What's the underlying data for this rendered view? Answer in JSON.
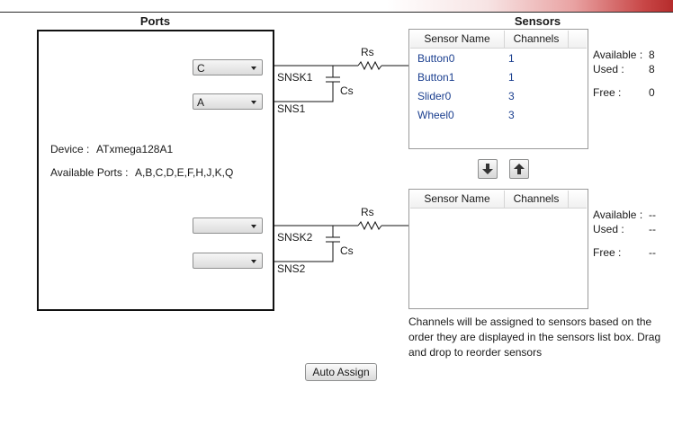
{
  "ports": {
    "title": "Ports",
    "combo_snsk1": "C",
    "combo_sns1": "A",
    "combo_snsk2": "",
    "combo_sns2": "",
    "device_label": "Device :",
    "device_value": "ATxmega128A1",
    "available_ports_label": "Available Ports :",
    "available_ports_value": "A,B,C,D,E,F,H,J,K,Q"
  },
  "circuit": {
    "top": {
      "rs": "Rs",
      "cs": "Cs",
      "snsk": "SNSK1",
      "sns": "SNS1"
    },
    "bottom": {
      "rs": "Rs",
      "cs": "Cs",
      "snsk": "SNSK2",
      "sns": "SNS2"
    }
  },
  "sensors": {
    "title": "Sensors",
    "columns": [
      "Sensor Name",
      "Channels"
    ],
    "list1": [
      {
        "name": "Button0",
        "channels": "1"
      },
      {
        "name": "Button1",
        "channels": "1"
      },
      {
        "name": "Slider0",
        "channels": "3"
      },
      {
        "name": "Wheel0",
        "channels": "3"
      }
    ],
    "stats1": {
      "available_label": "Available :",
      "available_value": "8",
      "used_label": "Used :",
      "used_value": "8",
      "free_label": "Free :",
      "free_value": "0"
    },
    "stats2": {
      "available_label": "Available :",
      "available_value": "--",
      "used_label": "Used :",
      "used_value": "--",
      "free_label": "Free :",
      "free_value": "--"
    },
    "note": "Channels will be assigned to sensors based on the order they are displayed in the sensors list box. Drag and drop to reorder sensors"
  },
  "actions": {
    "move_down_icon": "arrow-down-icon",
    "move_up_icon": "arrow-up-icon",
    "auto_assign_label": "Auto Assign"
  }
}
